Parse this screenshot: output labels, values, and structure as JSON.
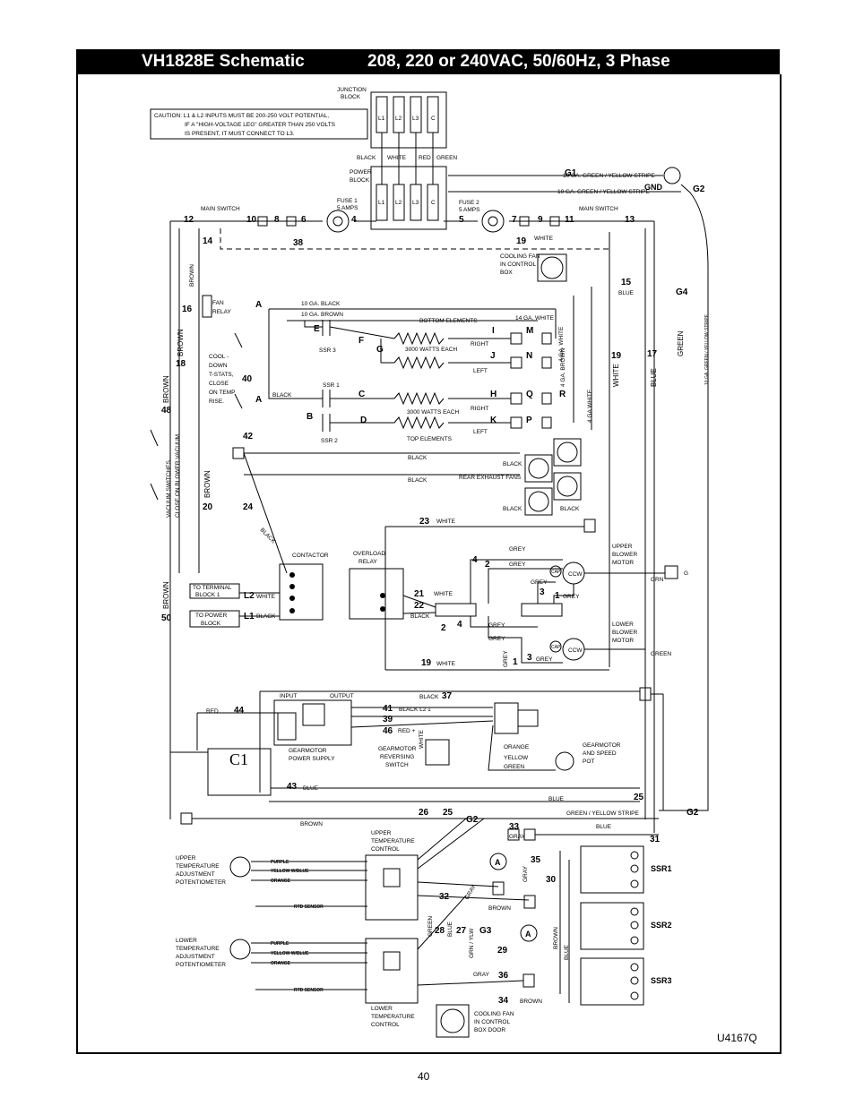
{
  "title": {
    "model": "VH1828E Schematic",
    "spec": "208, 220 or 240VAC, 50/60Hz, 3 Phase"
  },
  "caution": {
    "line1": "CAUTION:  L1 & L2 INPUTS MUST BE 200-250 VOLT POTENTIAL,",
    "line2": "IF A \"HIGH-VOLTAGE LEG\" GREATER THAN 250 VOLTS",
    "line3": "IS PRESENT, IT MUST CONNECT TO L3."
  },
  "blocks": {
    "junction_l1": "JUNCTION",
    "junction_l2": "BLOCK",
    "power_l1": "POWER",
    "power_l2": "BLOCK",
    "terminals": [
      "L1",
      "L2",
      "L3",
      "C"
    ]
  },
  "wire_colors": {
    "black": "BLACK",
    "white": "WHITE",
    "red": "RED",
    "green": "GREEN",
    "brown": "BROWN",
    "blue": "BLUE",
    "grey": "GREY",
    "gray": "GRAY",
    "orange": "ORANGE",
    "yellow": "YELLOW",
    "grn": "GRN",
    "green_yellow_stripe": "GREEN / YELLOW STRIPE",
    "gauge_black": "10 GA. BLACK",
    "gauge_brown": "10 GA. BROWN",
    "gauge_white": "14 GA. WHITE",
    "gauge_gy_1": "10 GA. GREEN / YELLOW STRIPE",
    "gauge_gy_2": "10 GA. GREEN / YELLOW STRIPE",
    "ga_brown_4": "4 GA. BROWN",
    "ga_white_4": "4 GA. WHITE",
    "ga_white_14": "4 GA WHITE",
    "black_l21": "BLACK L2 1",
    "red_plus": "RED +",
    "grn_ylw": "GRN / YLW"
  },
  "components": {
    "fuse1_l1": "FUSE 1",
    "fuse1_l2": "5 AMPS",
    "fuse2_l1": "FUSE 2",
    "fuse2_l2": "5 AMPS",
    "main_switch": "MAIN SWITCH",
    "cooling_fan_l1": "COOLING FAN",
    "cooling_fan_l2": "IN CONTROL",
    "cooling_fan_l3": "BOX",
    "fan_relay_l1": "FAN",
    "fan_relay_l2": "RELAY",
    "cooldown": [
      "COOL -",
      "DOWN",
      "T-STATS,",
      "CLOSE",
      "ON TEMP",
      "RISE."
    ],
    "ssr1": "SSR 1",
    "ssr2": "SSR 2",
    "ssr3": "SSR 3",
    "bottom_elements": "BOTTOM ELEMENTS",
    "top_elements": "TOP ELEMENTS",
    "watts_each": "3000 WATTS EACH",
    "right": "RIGHT",
    "left": "LEFT",
    "rear_exhaust": "REAR EXHAUST FANS",
    "vacuum_switches_l1": "VACUUM SWITCHES,",
    "vacuum_switches_l2": "CLOSE ON BLOWER VACUUM",
    "contactor": "CONTACTOR",
    "overload_l1": "OVERLOAD",
    "overload_l2": "RELAY",
    "to_terminal_l1": "TO TERMINAL",
    "to_terminal_l2": "BLOCK 1",
    "to_power_l1": "TO POWER",
    "to_power_l2": "BLOCK",
    "upper_blower": [
      "UPPER",
      "BLOWER",
      "MOTOR"
    ],
    "lower_blower": [
      "LOWER",
      "BLOWER",
      "MOTOR"
    ],
    "cap": "CAP",
    "ccw": "CCW",
    "input": "INPUT",
    "output": "OUTPUT",
    "gearmotor_ps_l1": "GEARMOTOR",
    "gearmotor_ps_l2": "POWER SUPPLY",
    "gearmotor_rev": [
      "GEARMOTOR",
      "REVERSING",
      "SWITCH"
    ],
    "gearmotor_pot": [
      "GEARMOTOR",
      "AND SPEED",
      "POT"
    ],
    "c1": "C1",
    "upper_temp_ctrl": [
      "UPPER",
      "TEMPERATURE",
      "CONTROL"
    ],
    "lower_temp_ctrl": [
      "LOWER",
      "TEMPERATURE",
      "CONTROL"
    ],
    "upper_pot": [
      "UPPER",
      "TEMPERATURE",
      "ADJUSTMENT",
      "POTENTIOMETER"
    ],
    "lower_pot": [
      "LOWER",
      "TEMPERATURE",
      "ADJUSTMENT",
      "POTENTIOMETER"
    ],
    "purple": "PURPLE",
    "yellow_blue": "YELLOW W/BLUE",
    "orange": "ORANGE",
    "rtd_sensor": "RTD SENSOR",
    "ssr_right": [
      "SSR1",
      "SSR2",
      "SSR3"
    ],
    "cooling_fan_door": [
      "COOLING FAN",
      "IN CONTROL",
      "BOX DOOR"
    ],
    "gnd": "GND",
    "g": "G",
    "ammeter": "A"
  },
  "wire_numbers": {
    "n12": "12",
    "n14": "14",
    "n10": "10",
    "n8": "8",
    "n6": "6",
    "n38": "38",
    "n4": "4",
    "n5": "5",
    "n7": "7",
    "n9": "9",
    "n11": "11",
    "n13": "13",
    "n19": "19",
    "n15": "15",
    "n16": "16",
    "n18": "18",
    "n40": "40",
    "n48": "48",
    "n42": "42",
    "n20": "20",
    "n24": "24",
    "n23": "23",
    "n17": "17",
    "n21": "21",
    "n22": "22",
    "n2": "2",
    "n3": "3",
    "n1": "1",
    "n50": "50",
    "n41": "41",
    "n37": "37",
    "n39": "39",
    "n46": "46",
    "n44": "44",
    "n43": "43",
    "n25": "25",
    "n26": "26",
    "n33": "33",
    "n35": "35",
    "n30": "30",
    "n31": "31",
    "n32": "32",
    "n28": "28",
    "n27": "27",
    "n29": "29",
    "n36": "36",
    "n34": "34",
    "g1": "G1",
    "g2": "G2",
    "g3": "G3",
    "g4": "G4",
    "lA": "A",
    "lB": "B",
    "lC": "C",
    "lD": "D",
    "lE": "E",
    "lF": "F",
    "lG": "G",
    "lH": "H",
    "lI": "I",
    "lJ": "J",
    "lK": "K",
    "lM": "M",
    "lN": "N",
    "lP": "P",
    "lQ": "Q",
    "lR": "R",
    "L2": "L2",
    "L1": "L1"
  },
  "doc_code": "U4167Q",
  "page_number": "40"
}
